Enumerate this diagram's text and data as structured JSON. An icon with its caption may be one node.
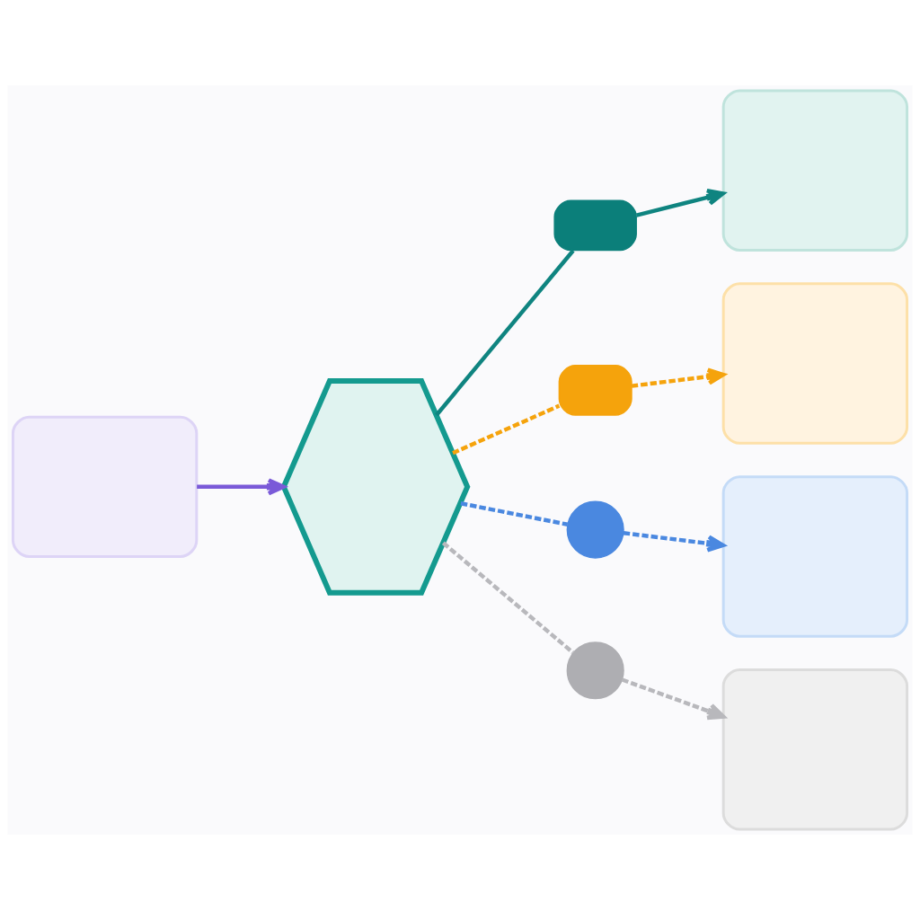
{
  "diagram": {
    "nodes": [
      {
        "text": [],
        "shape": "box"
      },
      {
        "text": [],
        "shape": "hexagon"
      },
      {
        "text": [],
        "shape": "pill"
      },
      {
        "text": [],
        "shape": "box"
      },
      {
        "text": [],
        "shape": "pill"
      },
      {
        "text": [],
        "shape": "box"
      },
      {
        "text": [],
        "shape": "circle"
      },
      {
        "text": [],
        "shape": "box"
      },
      {
        "text": [],
        "shape": "circle"
      },
      {
        "text": [],
        "shape": "box"
      }
    ],
    "edges": [
      {
        "from": 0,
        "to": 1,
        "arrow": "to",
        "color": "#7a5ad8"
      },
      {
        "from": 1,
        "to": 2,
        "arrow": "none",
        "color": "#0f8480"
      },
      {
        "from": 2,
        "to": 3,
        "arrow": "to",
        "color": "#0f8480"
      },
      {
        "from": 1,
        "to": 4,
        "arrow": "none",
        "style": "dashed",
        "color": "#f5a30c"
      },
      {
        "from": 4,
        "to": 5,
        "arrow": "to",
        "style": "dashed",
        "color": "#f5a30c"
      },
      {
        "from": 1,
        "to": 6,
        "arrow": "none",
        "style": "dashed",
        "color": "#4a88e0"
      },
      {
        "from": 6,
        "to": 7,
        "arrow": "to",
        "style": "dashed",
        "color": "#4a88e0"
      },
      {
        "from": 1,
        "to": 8,
        "arrow": "none",
        "style": "dashed",
        "color": "#b8b8bc"
      },
      {
        "from": 8,
        "to": 9,
        "arrow": "to",
        "style": "dashed",
        "color": "#b8b8bc"
      }
    ]
  }
}
